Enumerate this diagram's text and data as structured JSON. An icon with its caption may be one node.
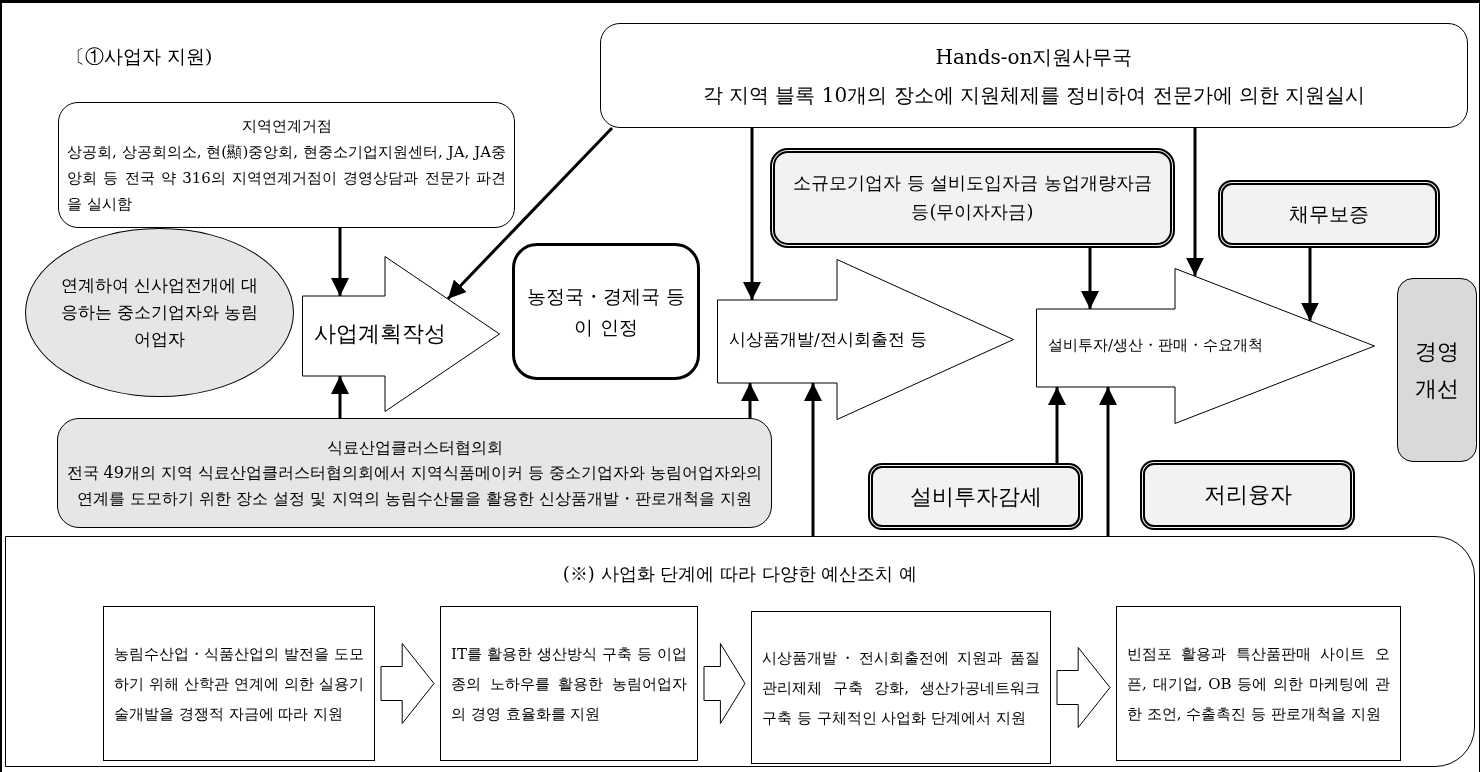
{
  "diagram": {
    "nodes": [
      {
        "text": [
          "지역연계거점",
          "상공회, 상공회의소, 현(顯)중앙회, 현중소기업지원센터, JA, JA중앙회 등 전국 약 316의 지역연계거점이 경영상담과 전문가 파견을 실시함"
        ]
      },
      {
        "text": [
          "Hands-on지원사무국",
          "각 지역 블록 10개의 장소에 지원체제를 정비하여 전문가에 의한 지원실시"
        ]
      },
      {
        "text": [
          "연계하여 신사업전개에 대응하는 중소기업자와 농림어업자"
        ]
      },
      {
        "text": [
          "사업계획작성"
        ]
      },
      {
        "text": [
          "농정국・경제국 등이 인정"
        ]
      },
      {
        "text": [
          "소규모기업자 등 설비도입자금 농업개량자금 등(무이자자금)"
        ]
      },
      {
        "text": [
          "채무보증"
        ]
      },
      {
        "text": [
          "시상품개발/전시회출전 등"
        ]
      },
      {
        "text": [
          "설비투자/생산・판매・수요개척"
        ]
      },
      {
        "text": [
          "경영 개선"
        ]
      },
      {
        "text": [
          "식료산업클러스터협의회",
          "전국 49개의 지역 식료산업클러스터협의회에서 지역식품메이커 등 중소기업자와 농림어업자와의 연계를 도모하기 위한 장소 설정 및 지역의 농림수산물을 활용한 신상품개발・판로개척을 지원"
        ]
      },
      {
        "text": [
          "설비투자감세"
        ]
      },
      {
        "text": [
          "저리융자"
        ]
      },
      {
        "text": [
          "(※) 사업화 단계에 따라 다양한 예산조치 예"
        ]
      },
      {
        "text": [
          "농림수산업・식품산업의 발전을 도모하기 위해 산학관 연계에 의한 실용기술개발을 경쟁적 자금에 따라 지원"
        ],
        "in": 13
      },
      {
        "text": [
          "IT를 활용한 생산방식 구축 등 이업종의 노하우를 활용한 농림어업자의 경영 효율화를 지원"
        ],
        "in": 13
      },
      {
        "text": [
          "시상품개발・전시회출전에 지원과 품질관리제체 구축 강화, 생산가공네트워크 구축 등 구체적인 사업화 단계에서 지원"
        ],
        "in": 13
      },
      {
        "text": [
          "빈점포 활용과 특산품판매 사이트 오픈, 대기업, OB 등에 의한 마케팅에 관한 조언, 수출촉진 등 판로개척을 지원"
        ],
        "in": 13
      }
    ],
    "edges": [
      {
        "from": 0,
        "to": 3,
        "arrow": "to"
      },
      {
        "from": 1,
        "to": 3,
        "arrow": "to"
      },
      {
        "from": 1,
        "to": 7,
        "arrow": "to"
      },
      {
        "from": 1,
        "to": 8,
        "arrow": "to"
      },
      {
        "from": 5,
        "to": 8,
        "arrow": "to"
      },
      {
        "from": 6,
        "to": 8,
        "arrow": "to"
      },
      {
        "from": 10,
        "to": 3,
        "arrow": "to"
      },
      {
        "from": 10,
        "to": 7,
        "arrow": "to"
      },
      {
        "from": 13,
        "to": 7,
        "arrow": "to"
      },
      {
        "from": 11,
        "to": 8,
        "arrow": "to"
      },
      {
        "from": 13,
        "to": 8,
        "arrow": "to"
      },
      {
        "from": 14,
        "to": 15,
        "arrow": "to"
      },
      {
        "from": 15,
        "to": 16,
        "arrow": "to"
      },
      {
        "from": 16,
        "to": 17,
        "arrow": "to"
      }
    ],
    "labels": [
      "〔①사업자 지원)"
    ]
  }
}
